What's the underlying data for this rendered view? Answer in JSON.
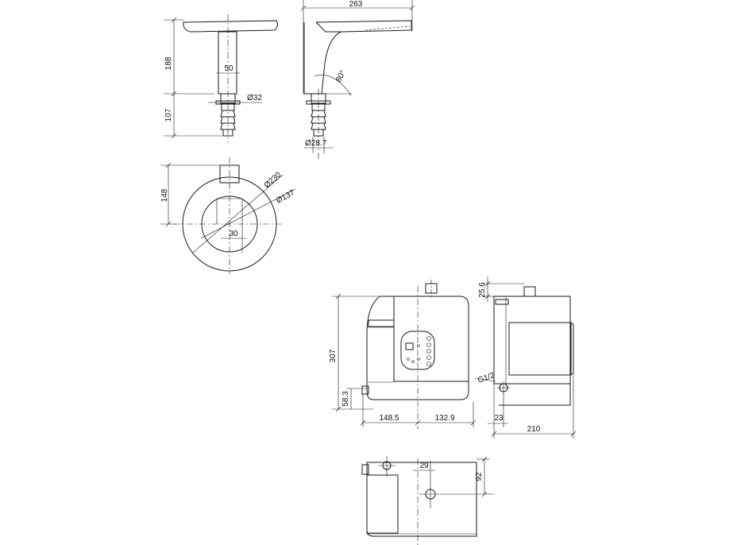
{
  "dimensions": {
    "spout_height": "188",
    "spout_width": "50",
    "spout_below": "107",
    "spout_pipe_dia": "Ø32",
    "side_length": "263",
    "side_angle": "80°",
    "side_pipe_dia": "Ø28.7",
    "plan_depth": "148",
    "plan_outer_dia": "Ø230",
    "plan_inner_dia": "Ø137",
    "plan_offset": "30",
    "front_height": "307",
    "front_bottom": "58.3",
    "front_left": "148.5",
    "front_right": "132.9",
    "side_top": "25.6",
    "side_thread": "G1/2",
    "side_bottom": "23",
    "side_width": "210",
    "bottom_offset": "29",
    "bottom_depth": "92"
  }
}
